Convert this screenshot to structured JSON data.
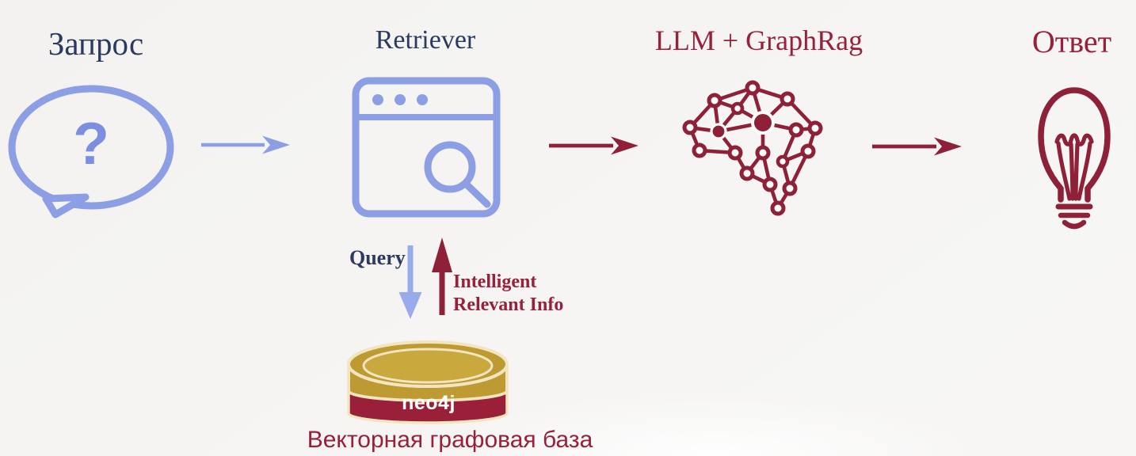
{
  "colors": {
    "background": "#f5f4f2",
    "navy": "#2B3A5F",
    "periwinkle": "#8C9EE4",
    "periwinkle_light": "#9AABEB",
    "question_blue": "#7C8EE0",
    "maroon": "#8E2138",
    "maroon_text": "#97203B",
    "neo4j_red": "#9A2039",
    "gold": "#BE9A33",
    "gold_light": "#C9A83E",
    "cream": "#F2E5C0"
  },
  "pipeline": {
    "steps": [
      {
        "label": "Запрос",
        "icon": "question-speech-bubble-icon"
      },
      {
        "label": "Retriever",
        "icon": "browser-search-icon"
      },
      {
        "label": "LLM + GraphRag",
        "icon": "brain-network-icon"
      },
      {
        "label": "Ответ",
        "icon": "lightbulb-icon"
      }
    ],
    "question_glyph": "?"
  },
  "database_link": {
    "query_label": "Query",
    "return_label_line1": "Intelligent",
    "return_label_line2": "Relevant Info",
    "database_name": "neo4j",
    "database_caption": "Векторная графовая база"
  }
}
